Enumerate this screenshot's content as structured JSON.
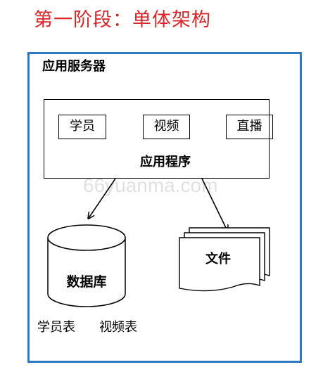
{
  "title": "第一阶段：单体架构",
  "server": {
    "label": "应用服务器"
  },
  "application": {
    "label": "应用程序",
    "modules": [
      "学员",
      "视频",
      "直播"
    ]
  },
  "storage": {
    "database_label": "数据库",
    "file_label": "文件",
    "tables": [
      "学员表",
      "视频表"
    ]
  },
  "watermark": "66yuanma.com",
  "colors": {
    "title": "#d9262b",
    "frame": "#2f78c4"
  }
}
